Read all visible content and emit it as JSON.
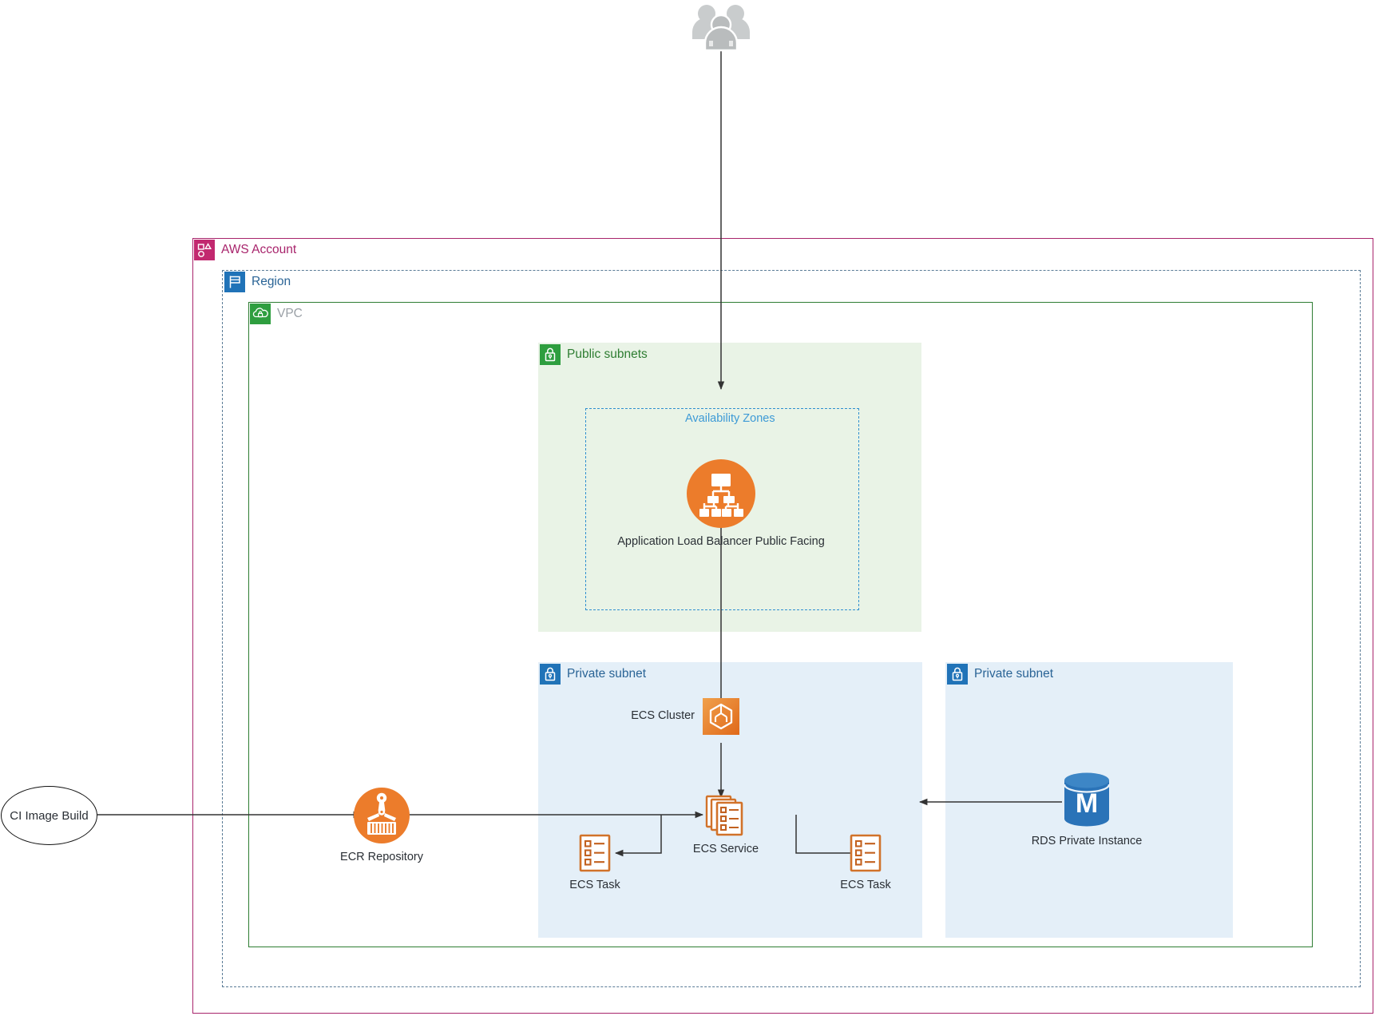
{
  "diagram": {
    "title": "AWS ECS Architecture",
    "colors": {
      "account_border": "#a8246c",
      "region_border": "#5a7b96",
      "vpc_border": "#2e7d32",
      "public_subnet_fill": "#e9f3e6",
      "private_subnet_fill": "#e4eff8",
      "az_border": "#2f8fd0",
      "aws_orange": "#ed7d31",
      "aws_blue": "#2a73b8",
      "edge": "#333333"
    }
  },
  "groups": {
    "account": {
      "label": "AWS Account",
      "icon": "aws-account-icon"
    },
    "region": {
      "label": "Region",
      "icon": "region-flag-icon"
    },
    "vpc": {
      "label": "VPC",
      "icon": "vpc-cloud-lock-icon"
    },
    "public_subnets": {
      "label": "Public subnets",
      "icon": "public-subnet-lock-icon"
    },
    "availability_zones": {
      "label": "Availability Zones"
    },
    "private_subnet_left": {
      "label": "Private subnet",
      "icon": "private-subnet-lock-icon"
    },
    "private_subnet_right": {
      "label": "Private subnet",
      "icon": "private-subnet-lock-icon"
    }
  },
  "nodes": {
    "users": {
      "label": "",
      "icon": "users-icon"
    },
    "alb": {
      "label": "Application Load Balancer Public Facing",
      "icon": "application-load-balancer-icon"
    },
    "ecs_cluster": {
      "label": "ECS Cluster",
      "icon": "ecs-cluster-icon"
    },
    "ecs_service": {
      "label": "ECS Service",
      "icon": "ecs-service-icon"
    },
    "ecs_task_left": {
      "label": "ECS Task",
      "icon": "ecs-task-icon"
    },
    "ecs_task_right": {
      "label": "ECS Task",
      "icon": "ecs-task-icon"
    },
    "ecr_repository": {
      "label": "ECR Repository",
      "icon": "ecr-repository-icon"
    },
    "rds": {
      "label": "RDS Private Instance",
      "icon": "rds-mysql-database-icon"
    },
    "ci_image_build": {
      "label": "CI Image Build",
      "icon": "ci-build-ellipse"
    }
  },
  "edges": [
    {
      "from": "users",
      "to": "alb",
      "direction": "down"
    },
    {
      "from": "alb",
      "to": "ecs_cluster",
      "direction": "down"
    },
    {
      "from": "ecs_cluster",
      "to": "ecs_service",
      "direction": "down"
    },
    {
      "from": "ci_image_build",
      "to": "ecr_repository",
      "direction": "right"
    },
    {
      "from": "ecr_repository",
      "to": "ecs_service",
      "direction": "right"
    },
    {
      "from": "ecs_service",
      "to": "ecs_task_left",
      "direction": "left"
    },
    {
      "from": "ecs_service",
      "to": "ecs_task_right",
      "direction": "right"
    },
    {
      "from": "rds",
      "to": "ecs_service",
      "direction": "left"
    }
  ]
}
